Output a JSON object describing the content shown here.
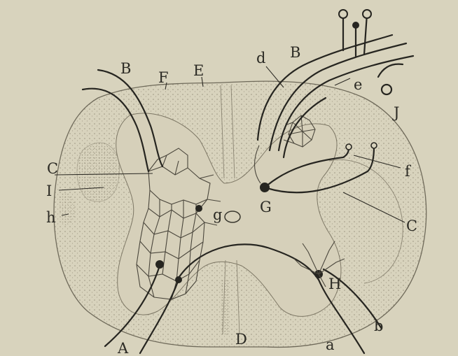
{
  "figure": {
    "labels": {
      "A": "A",
      "B_left": "B",
      "B_right": "B",
      "C_left": "C",
      "C_right": "C",
      "D": "D",
      "E": "E",
      "F": "F",
      "G": "G",
      "H": "H",
      "I": "I",
      "J": "J",
      "a": "a",
      "b": "b",
      "d": "d",
      "e": "e",
      "f": "f",
      "g": "g",
      "h": "h"
    }
  },
  "colors": {
    "paper": "#d8d3bd",
    "ink": "#262520",
    "stipple": "#9b9480"
  }
}
